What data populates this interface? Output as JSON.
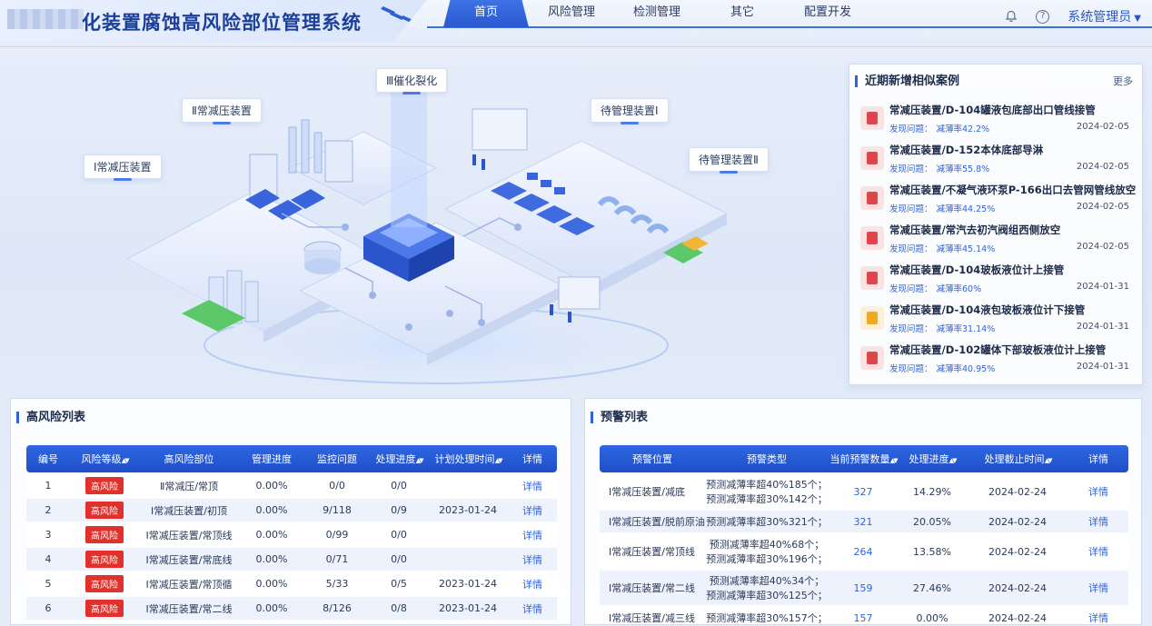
{
  "header": {
    "title": "化装置腐蚀高风险部位管理系统",
    "nav": [
      "首页",
      "风险管理",
      "检测管理",
      "其它",
      "配置开发"
    ],
    "user": "系统管理员"
  },
  "scene": {
    "labels": [
      "Ⅲ催化裂化",
      "Ⅱ常减压装置",
      "Ⅰ常减压装置",
      "待管理装置Ⅰ",
      "待管理装置Ⅱ"
    ]
  },
  "cases": {
    "title": "近期新增相似案例",
    "more": "更多",
    "items": [
      {
        "title": "常减压装置/D-104罐液包底部出口管线接管",
        "issue": "发现问题：",
        "rate": "减薄率42.2%",
        "date": "2024-02-05",
        "level": "red"
      },
      {
        "title": "常减压装置/D-152本体底部导淋",
        "issue": "发现问题：",
        "rate": "减薄率55.8%",
        "date": "2024-02-05",
        "level": "red"
      },
      {
        "title": "常减压装置/不凝气液环泵P-166出口去管网管线放空",
        "issue": "发现问题：",
        "rate": "减薄率44.25%",
        "date": "2024-02-05",
        "level": "red"
      },
      {
        "title": "常减压装置/常汽去初汽阀组西侧放空",
        "issue": "发现问题：",
        "rate": "减薄率45.14%",
        "date": "2024-02-05",
        "level": "red"
      },
      {
        "title": "常减压装置/D-104玻板液位计上接管",
        "issue": "发现问题：",
        "rate": "减薄率60%",
        "date": "2024-01-31",
        "level": "red"
      },
      {
        "title": "常减压装置/D-104液包玻板液位计下接管",
        "issue": "发现问题：",
        "rate": "减薄率31.14%",
        "date": "2024-01-31",
        "level": "yellow"
      },
      {
        "title": "常减压装置/D-102罐体下部玻板液位计上接管",
        "issue": "发现问题：",
        "rate": "减薄率40.95%",
        "date": "2024-01-31",
        "level": "red"
      }
    ]
  },
  "risk": {
    "title": "高风险列表",
    "headers": [
      "编号",
      "风险等级",
      "高风险部位",
      "管理进度",
      "监控问题",
      "处理进度",
      "计划处理时间",
      "详情"
    ],
    "rows": [
      [
        "1",
        "高风险",
        "Ⅱ常减压/常顶",
        "0.00%",
        "0/0",
        "0/0",
        "",
        "详情"
      ],
      [
        "2",
        "高风险",
        "Ⅰ常减压装置/初顶",
        "0.00%",
        "9/118",
        "0/9",
        "2023-01-24",
        "详情"
      ],
      [
        "3",
        "高风险",
        "Ⅰ常减压装置/常顶线",
        "0.00%",
        "0/99",
        "0/0",
        "",
        "详情"
      ],
      [
        "4",
        "高风险",
        "Ⅰ常减压装置/常底线",
        "0.00%",
        "0/71",
        "0/0",
        "",
        "详情"
      ],
      [
        "5",
        "高风险",
        "Ⅰ常减压装置/常顶循",
        "0.00%",
        "5/33",
        "0/5",
        "2023-01-24",
        "详情"
      ],
      [
        "6",
        "高风险",
        "Ⅰ常减压装置/常二线",
        "0.00%",
        "8/126",
        "0/8",
        "2023-01-24",
        "详情"
      ]
    ]
  },
  "warn": {
    "title": "预警列表",
    "headers": [
      "预警位置",
      "预警类型",
      "当前预警数量",
      "处理进度",
      "处理截止时间",
      "详情"
    ],
    "rows": [
      [
        "Ⅰ常减压装置/减底",
        "预测减薄率超40%185个；预测减薄率超30%142个；",
        "327",
        "14.29%",
        "2024-02-24",
        "详情"
      ],
      [
        "Ⅰ常减压装置/脱前原油",
        "预测减薄率超30%321个；",
        "321",
        "20.05%",
        "2024-02-24",
        "详情"
      ],
      [
        "Ⅰ常减压装置/常顶线",
        "预测减薄率超40%68个；预测减薄率超30%196个；",
        "264",
        "13.58%",
        "2024-02-24",
        "详情"
      ],
      [
        "Ⅰ常减压装置/常二线",
        "预测减薄率超40%34个；预测减薄率超30%125个；",
        "159",
        "27.46%",
        "2024-02-24",
        "详情"
      ],
      [
        "Ⅰ常减压装置/减三线",
        "预测减薄率超30%157个；",
        "157",
        "0.00%",
        "2024-02-24",
        "详情"
      ]
    ]
  },
  "colors": {
    "primary": "#2e63e0",
    "danger": "#e1312d",
    "warning": "#f1a923"
  }
}
